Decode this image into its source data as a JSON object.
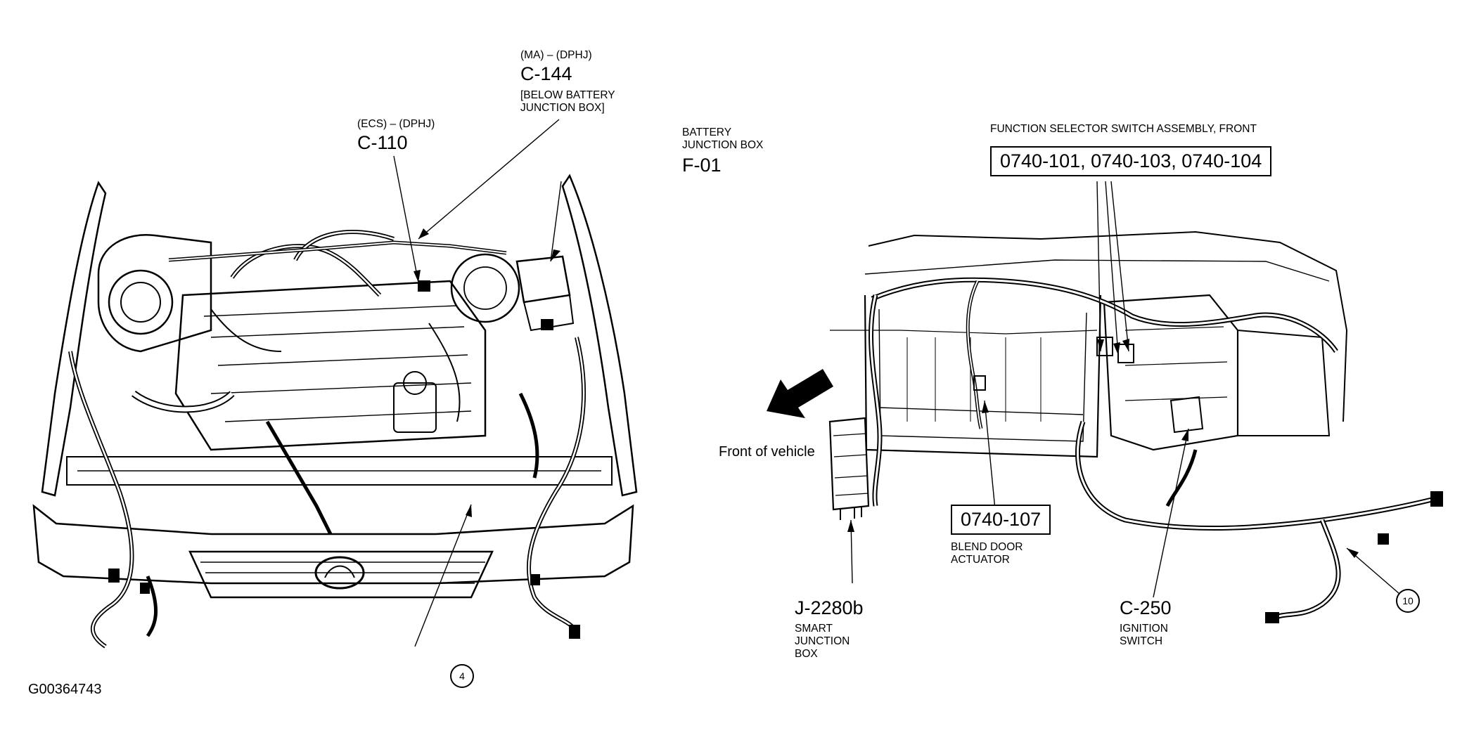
{
  "figure_id": "G00364743",
  "left_view": {
    "c144": {
      "variant": "(MA) – (DPHJ)",
      "code": "C-144",
      "note_line1": "[BELOW BATTERY",
      "note_line2": "JUNCTION BOX]"
    },
    "c110": {
      "variant": "(ECS) – (DPHJ)",
      "code": "C-110"
    },
    "f01": {
      "line1": "BATTERY",
      "line2": "JUNCTION BOX",
      "code": "F-01"
    },
    "callout_4": "4"
  },
  "right_view": {
    "fss": {
      "title": "FUNCTION SELECTOR SWITCH ASSEMBLY, FRONT",
      "codes": "0740-101, 0740-103, 0740-104"
    },
    "front_of_vehicle": "Front of vehicle",
    "blend": {
      "code": "0740-107",
      "line1": "BLEND DOOR",
      "line2": "ACTUATOR"
    },
    "sjb": {
      "code": "J-2280b",
      "line1": "SMART",
      "line2": "JUNCTION",
      "line3": "BOX"
    },
    "ign": {
      "code": "C-250",
      "line1": "IGNITION",
      "line2": "SWITCH"
    },
    "callout_10": "10"
  }
}
